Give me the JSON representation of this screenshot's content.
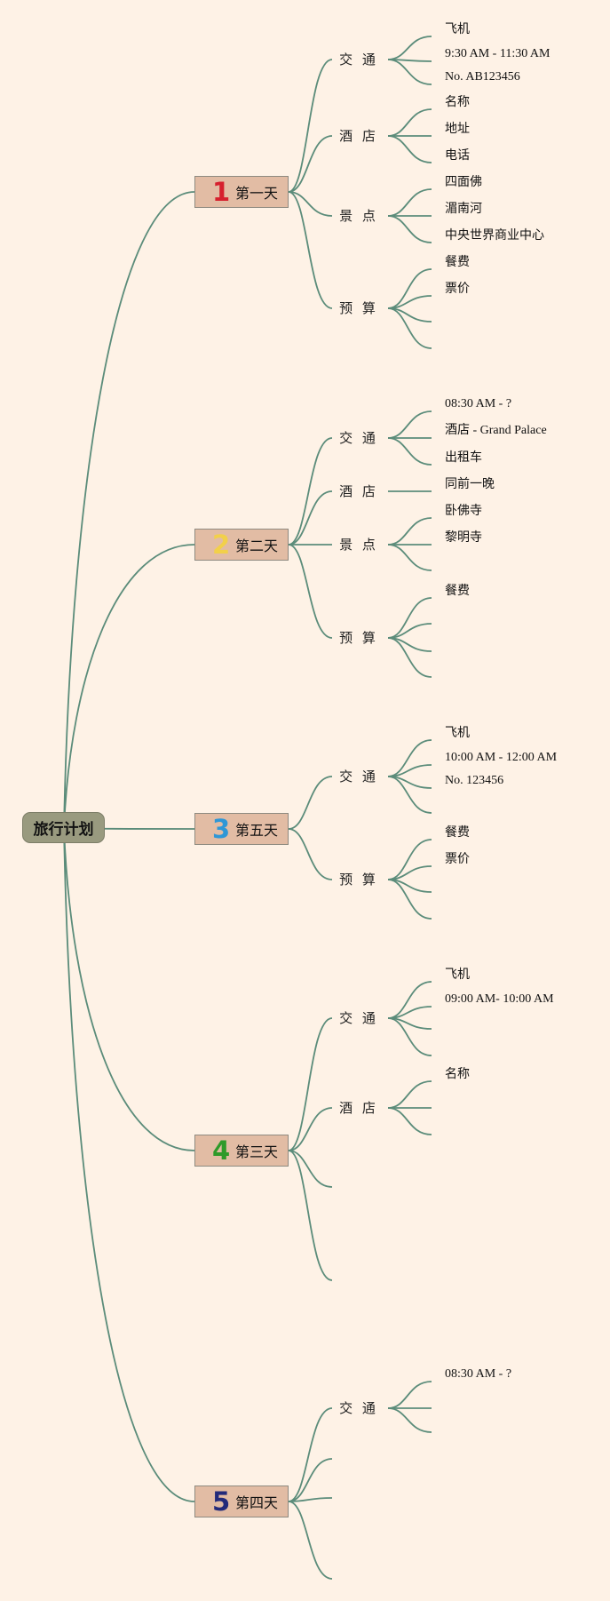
{
  "root": {
    "label": "旅行计划"
  },
  "colors": {
    "line": "#5b8c7a",
    "background": "#fef2e6",
    "root_fill": "#999a7f",
    "day_fill": "#e2bca4"
  },
  "days": [
    {
      "num": "1",
      "num_color": "#d6202e",
      "label": "第一天",
      "groups": [
        {
          "label": "交 通",
          "leaves": [
            "飞机",
            "9:30 AM - 11:30 AM",
            "No. AB123456"
          ]
        },
        {
          "label": "酒 店",
          "leaves": [
            "名称",
            "地址",
            "电话"
          ]
        },
        {
          "label": "景 点",
          "leaves": [
            "四面佛",
            "湄南河",
            "中央世界商业中心"
          ]
        },
        {
          "label": "预 算",
          "leaves": [
            "餐费",
            "票价",
            "",
            ""
          ]
        }
      ]
    },
    {
      "num": "2",
      "num_color": "#f2d04a",
      "label": "第二天",
      "groups": [
        {
          "label": "交 通",
          "leaves": [
            "08:30 AM - ?",
            "酒店 - Grand Palace",
            "出租车"
          ]
        },
        {
          "label": "酒 店",
          "leaves": [
            "同前一晚"
          ]
        },
        {
          "label": "景 点",
          "leaves": [
            "卧佛寺",
            "黎明寺",
            ""
          ]
        },
        {
          "label": "预 算",
          "leaves": [
            "餐费",
            "",
            "",
            ""
          ]
        }
      ]
    },
    {
      "num": "3",
      "num_color": "#2f97d6",
      "label": "第五天",
      "groups": [
        {
          "label": "交 通",
          "leaves": [
            "飞机",
            "10:00 AM - 12:00 AM",
            "No. 123456",
            ""
          ]
        },
        {
          "label": "预 算",
          "leaves": [
            "餐费",
            "票价",
            "",
            ""
          ]
        }
      ]
    },
    {
      "num": "4",
      "num_color": "#2f9a2a",
      "label": "第三天",
      "groups": [
        {
          "label": "交 通",
          "leaves": [
            "飞机",
            "09:00 AM- 10:00 AM",
            "",
            ""
          ]
        },
        {
          "label": "酒 店",
          "leaves": [
            "名称",
            "",
            ""
          ]
        },
        {
          "label": "",
          "leaves": []
        },
        {
          "label": "",
          "leaves": []
        }
      ]
    },
    {
      "num": "5",
      "num_color": "#232a7a",
      "label": "第四天",
      "groups": [
        {
          "label": "交 通",
          "leaves": [
            "08:30 AM - ?",
            "",
            ""
          ]
        },
        {
          "label": "",
          "leaves": []
        },
        {
          "label": "",
          "leaves": []
        },
        {
          "label": "",
          "leaves": []
        }
      ]
    }
  ]
}
